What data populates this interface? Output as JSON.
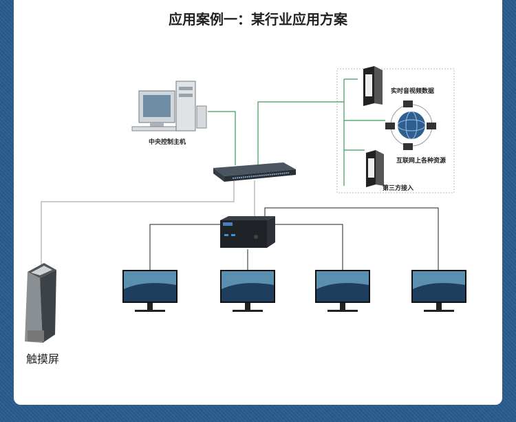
{
  "title": "应用案例一：某行业应用方案",
  "nodes": {
    "central_host": "中央控制主机",
    "realtime_av": "实时音视频数据",
    "internet_resources": "互联网上各种资源",
    "third_party": "第三方接入",
    "touchscreen": "触摸屏"
  },
  "colors": {
    "background": "#2a5c8c",
    "green_link": "#3a9a5a",
    "gray_link": "#999999",
    "black_link": "#222222"
  }
}
